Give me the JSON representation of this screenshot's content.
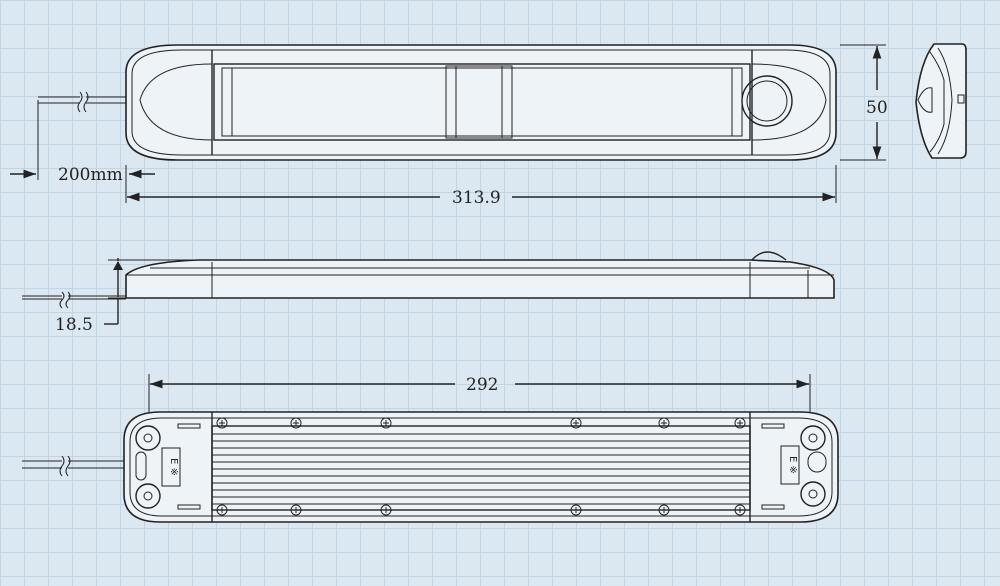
{
  "drawing": {
    "dimensions": {
      "cable_length": "200mm",
      "overall_length": "313.9",
      "width": "50",
      "height": "18.5",
      "mounting_length": "292"
    },
    "back_label": "E ※",
    "colors": {
      "background": "#dce8f1",
      "grid": "#c3d4e2",
      "line": "#222222"
    }
  }
}
